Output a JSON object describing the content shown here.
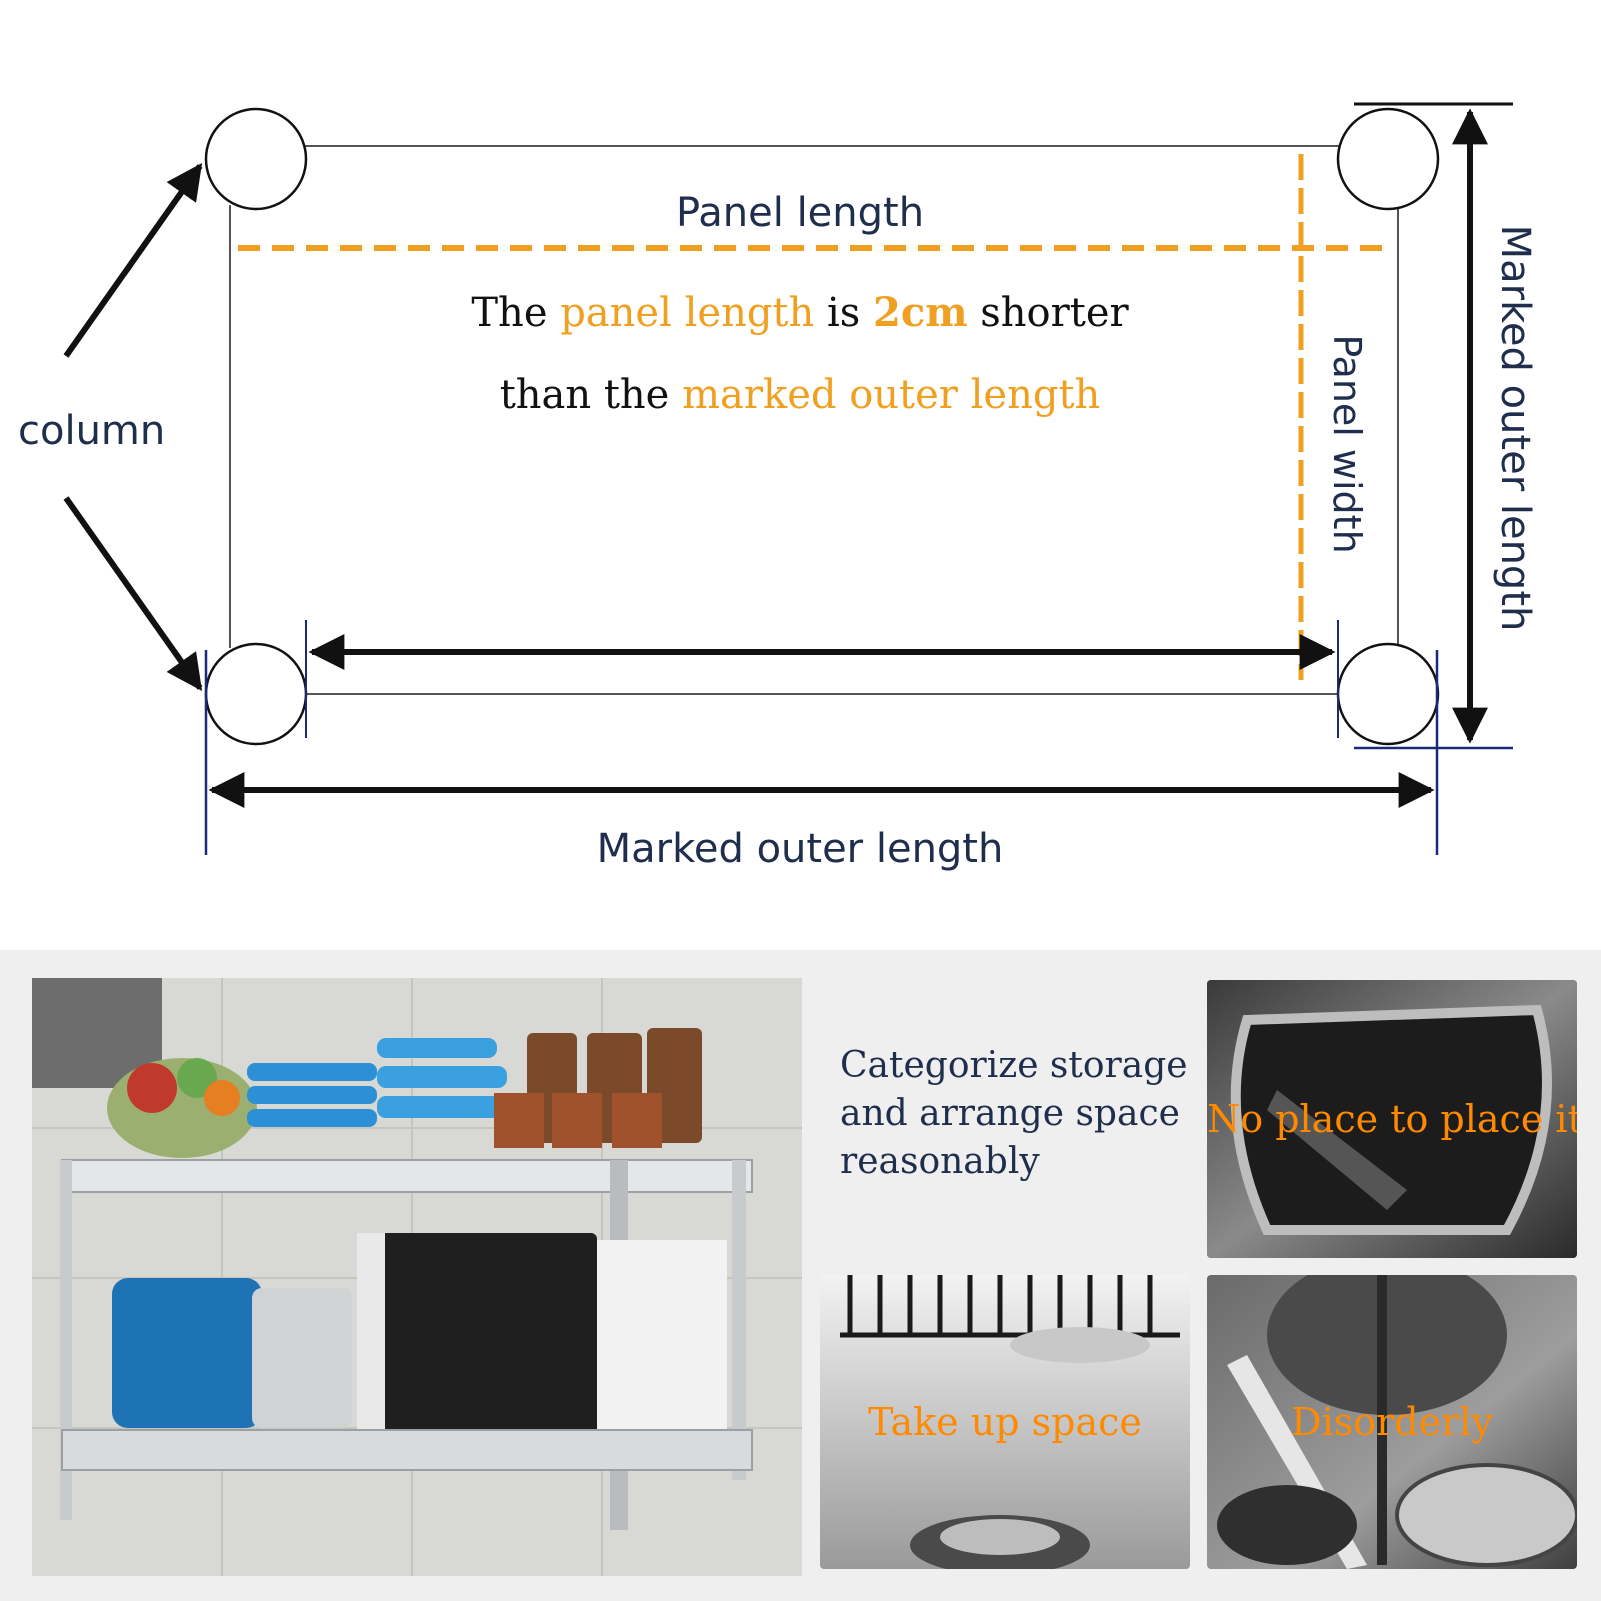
{
  "diagram": {
    "column_label": "column",
    "panel_length_label": "Panel length",
    "panel_width_label": "Panel width",
    "marked_outer_length_right": "Marked outer length",
    "marked_outer_length_bottom": "Marked outer length",
    "note_line1": {
      "pre": "The ",
      "highlight1": "panel length",
      "mid": " is ",
      "highlight2": "2cm",
      "post": " shorter"
    },
    "note_line2": {
      "pre": "than the ",
      "highlight": "marked outer length"
    }
  },
  "feature": {
    "tagline": "Categorize storage and arrange space reasonably",
    "problems": [
      {
        "caption": "No place to place it",
        "icon": "sink-photo"
      },
      {
        "caption": "Take up space",
        "icon": "dish-rack-photo"
      },
      {
        "caption": "Disorderly",
        "icon": "messy-pots-photo"
      }
    ]
  },
  "colors": {
    "navy": "#1f2e4d",
    "orange": "#f0a020",
    "dim_blue": "#1a2a7a",
    "caption_orange": "#ff8a00"
  }
}
